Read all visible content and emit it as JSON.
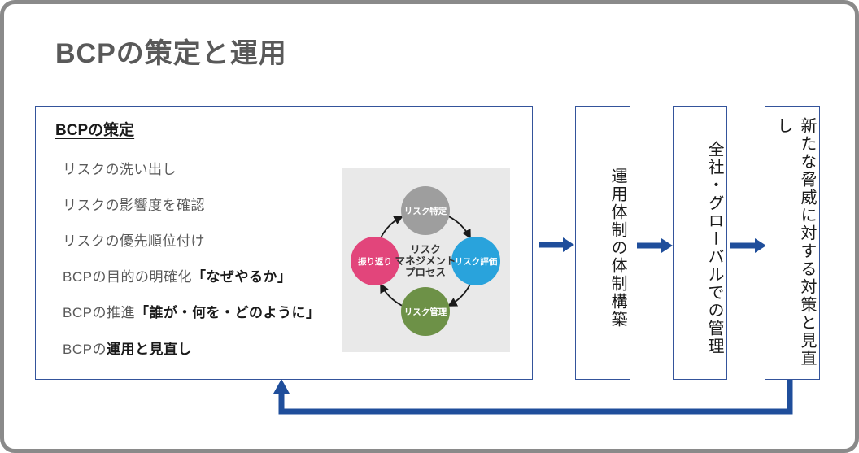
{
  "slide": {
    "title": "BCPの策定と運用"
  },
  "plan_box": {
    "heading": "BCPの策定",
    "items": [
      {
        "text": "リスクの洗い出し",
        "bold": ""
      },
      {
        "text": "リスクの影響度を確認",
        "bold": ""
      },
      {
        "text": "リスクの優先順位付け",
        "bold": ""
      },
      {
        "text": "BCPの目的の明確化",
        "bold": "「なぜやるか」"
      },
      {
        "text": "BCPの推進",
        "bold": "「誰が・何を・どのように」"
      },
      {
        "text": "BCPの",
        "bold": "運用と見直し"
      }
    ]
  },
  "cycle": {
    "center_lines": [
      "リスク",
      "マネジメント",
      "プロセス"
    ],
    "nodes": [
      {
        "label": "リスク特定",
        "color": "#9E9E9E",
        "position": "top"
      },
      {
        "label": "リスク評価",
        "color": "#29A3DC",
        "position": "right"
      },
      {
        "label": "リスク管理",
        "color": "#6D9147",
        "position": "bottom"
      },
      {
        "label": "振り返り",
        "color": "#E2457B",
        "position": "left"
      }
    ],
    "direction": "clockwise"
  },
  "flow_steps": [
    "運用体制の体制構築",
    "全社・グローバルでの管理",
    "新たな脅威に対する対策と見直し"
  ],
  "colors": {
    "accent_navy": "#1F4E9B",
    "box_border": "#34549B",
    "frame_gray": "#8A8A8A",
    "title_gray": "#595959",
    "panel_gray": "#E9E9E9",
    "cycle_arrow_black": "#1A1A1A"
  }
}
